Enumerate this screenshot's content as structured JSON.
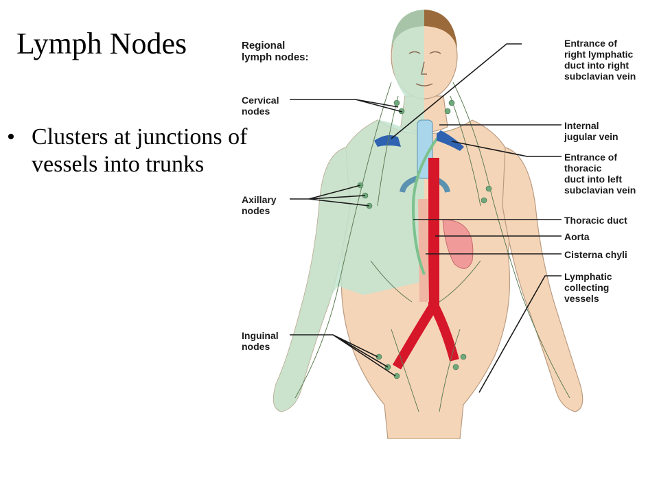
{
  "slide": {
    "title": "Lymph Nodes",
    "bullets": [
      {
        "marker": "•",
        "text": "Clusters at junctions of vessels into trunks"
      }
    ]
  },
  "figure": {
    "left_labels": {
      "heading": "Regional\nlymph nodes:",
      "cervical": "Cervical\nnodes",
      "axillary": "Axillary\nnodes",
      "inguinal": "Inguinal\nnodes"
    },
    "right_labels": {
      "right_lymphatic": "Entrance of\nright lymphatic\nduct into right\nsubclavian vein",
      "internal_jugular": "Internal\njugular vein",
      "thoracic_entrance": "Entrance of\nthoracic\nduct into left\nsubclavian vein",
      "thoracic_duct": "Thoracic duct",
      "aorta": "Aorta",
      "cisterna": "Cisterna chyli",
      "collecting": "Lymphatic\ncollecting\nvessels"
    },
    "colors": {
      "skin": "#f5d5b8",
      "lymph_region": "#c3e4d0",
      "aorta": "#d6172a",
      "thoracic_duct": "#7bc28e",
      "vein": "#2f62b0",
      "hair": "#9a6a3a",
      "node": "#6fa87b"
    }
  }
}
